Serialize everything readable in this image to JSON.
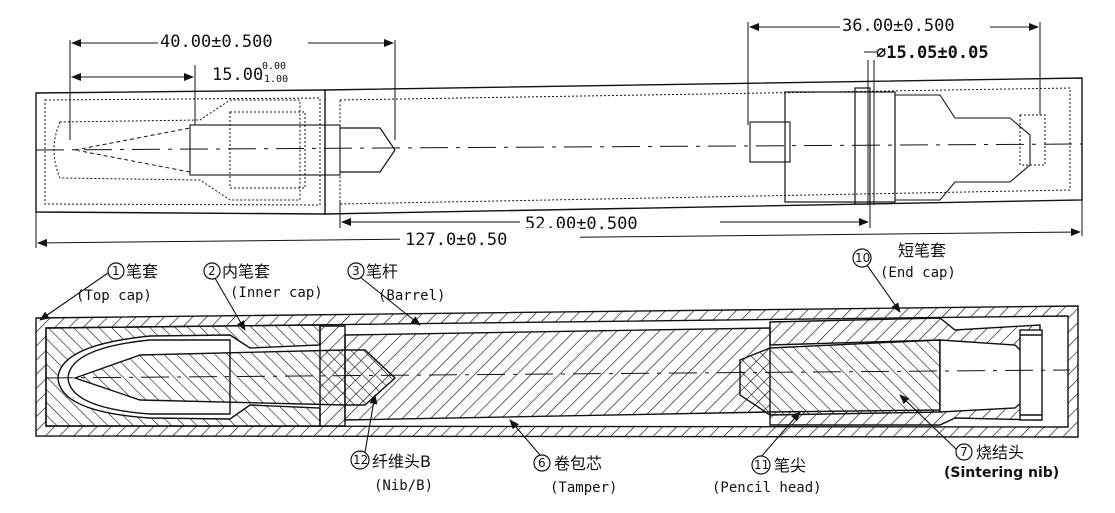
{
  "dimensions": {
    "d1": "40.00±0.500",
    "d2": "15.00",
    "d2_tol_upper": "0.00",
    "d2_tol_lower": "-1.00",
    "d3": "36.00±0.500",
    "d4": "⌀15.05±0.05",
    "d5": "52.00±0.500",
    "d6": "127.0±0.50"
  },
  "parts": [
    {
      "num": "1",
      "cn": "笔套",
      "en": "(Top cap)"
    },
    {
      "num": "2",
      "cn": "内笔套",
      "en": "(Inner cap)"
    },
    {
      "num": "3",
      "cn": "笔杆",
      "en": "(Barrel)"
    },
    {
      "num": "10",
      "cn": "短笔套",
      "en": "(End cap)"
    },
    {
      "num": "12",
      "cn": "纤维头B",
      "en": "(Nib/B)"
    },
    {
      "num": "6",
      "cn": "卷包芯",
      "en": "(Tamper)"
    },
    {
      "num": "11",
      "cn": "笔尖",
      "en": "(Pencil head)"
    },
    {
      "num": "7",
      "cn": "烧结头",
      "en": "(Sintering nib)"
    }
  ]
}
